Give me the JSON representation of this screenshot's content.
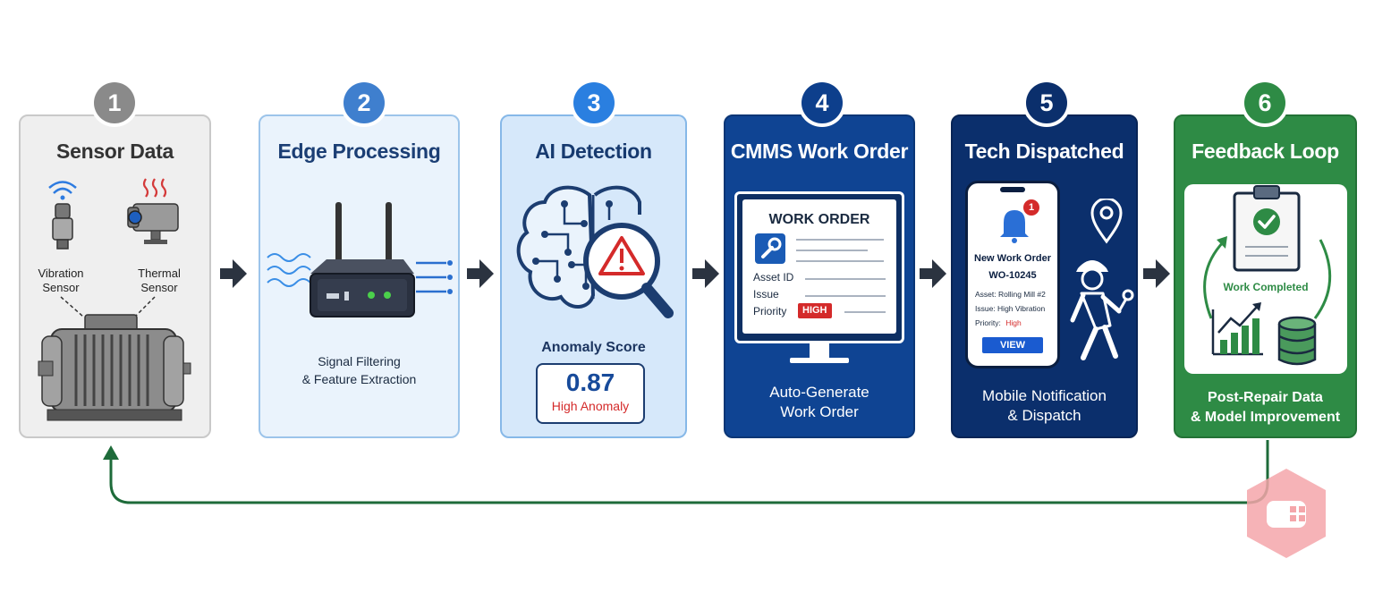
{
  "steps": [
    {
      "num": "1",
      "title": "Sensor Data",
      "labels": [
        "Vibration",
        "Sensor",
        "Thermal",
        "Sensor"
      ]
    },
    {
      "num": "2",
      "title": "Edge Processing",
      "caption": [
        "Signal Filtering",
        "& Feature Extraction"
      ]
    },
    {
      "num": "3",
      "title": "AI Detection",
      "score_label": "Anomaly Score",
      "score": "0.87",
      "score_status": "High Anomaly"
    },
    {
      "num": "4",
      "title": "CMMS Work Order",
      "work_order": {
        "heading": "WORK ORDER",
        "fields": [
          "Asset ID",
          "Issue",
          "Priority"
        ],
        "priority_badge": "HIGH"
      },
      "caption": [
        "Auto-Generate",
        "Work Order"
      ]
    },
    {
      "num": "5",
      "title": "Tech Dispatched",
      "phone": {
        "notif_count": "1",
        "title": "New Work Order",
        "id": "WO-10245",
        "asset": "Asset:  Rolling Mill #2",
        "issue": "Issue:  High Vibration",
        "priority_label": "Priority:",
        "priority_value": "High",
        "button": "VIEW"
      },
      "caption": [
        "Mobile Notification",
        "& Dispatch"
      ]
    },
    {
      "num": "6",
      "title": "Feedback Loop",
      "card_label": "Work Completed",
      "caption": [
        "Post-Repair Data",
        "& Model Improvement"
      ]
    }
  ],
  "colors": {
    "badge1": "#8a8a8a",
    "badge2": "#3f7fce",
    "badge3": "#2a7fe0",
    "badge4": "#0d3f8c",
    "badge5": "#0b2f6c",
    "badge6": "#2e8b45",
    "alert_red": "#d42a2a",
    "loop_green": "#1e6b3a"
  }
}
